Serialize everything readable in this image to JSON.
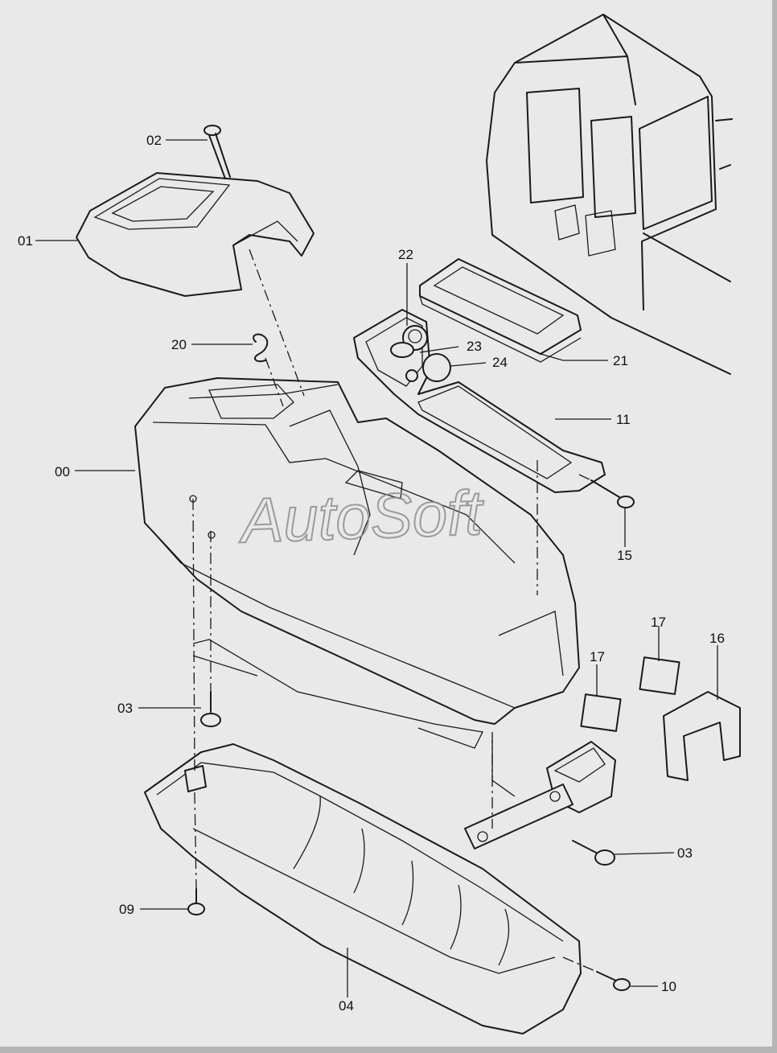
{
  "watermark": "AutoSoft",
  "labels": {
    "p00": "00",
    "p01": "01",
    "p02": "02",
    "p03a": "03",
    "p03b": "03",
    "p04": "04",
    "p09": "09",
    "p10": "10",
    "p11": "11",
    "p15": "15",
    "p16": "16",
    "p17a": "17",
    "p17b": "17",
    "p20": "20",
    "p21": "21",
    "p22": "22",
    "p23": "23",
    "p24": "24"
  }
}
